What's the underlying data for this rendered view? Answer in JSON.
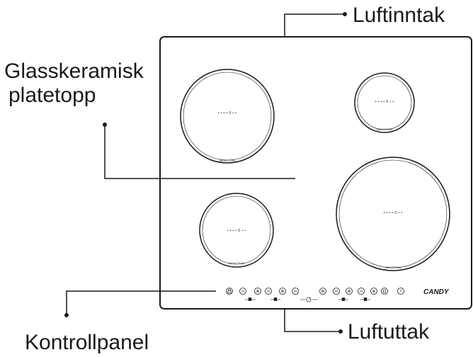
{
  "callouts": {
    "air_intake": "Luftinntak",
    "glass_top_line1": "Glasskeramisk",
    "glass_top_line2": "platetopp",
    "control_panel": "Kontrollpanel",
    "air_outlet": "Luftuttak"
  },
  "zones": {
    "marking": "INDUCTION",
    "display": "• • • • 0 • •"
  },
  "brand": "CANDY",
  "control_icons": [
    "lock-icon",
    "minus-icon",
    "plus-icon",
    "minus-icon",
    "plus-icon",
    "minus-icon",
    "timer-icon",
    "plus-icon",
    "minus-icon",
    "plus-icon",
    "minus-icon",
    "plus-icon",
    "boost-icon",
    "power-icon"
  ],
  "colors": {
    "line": "#1a1a1a",
    "background": "#ffffff"
  }
}
